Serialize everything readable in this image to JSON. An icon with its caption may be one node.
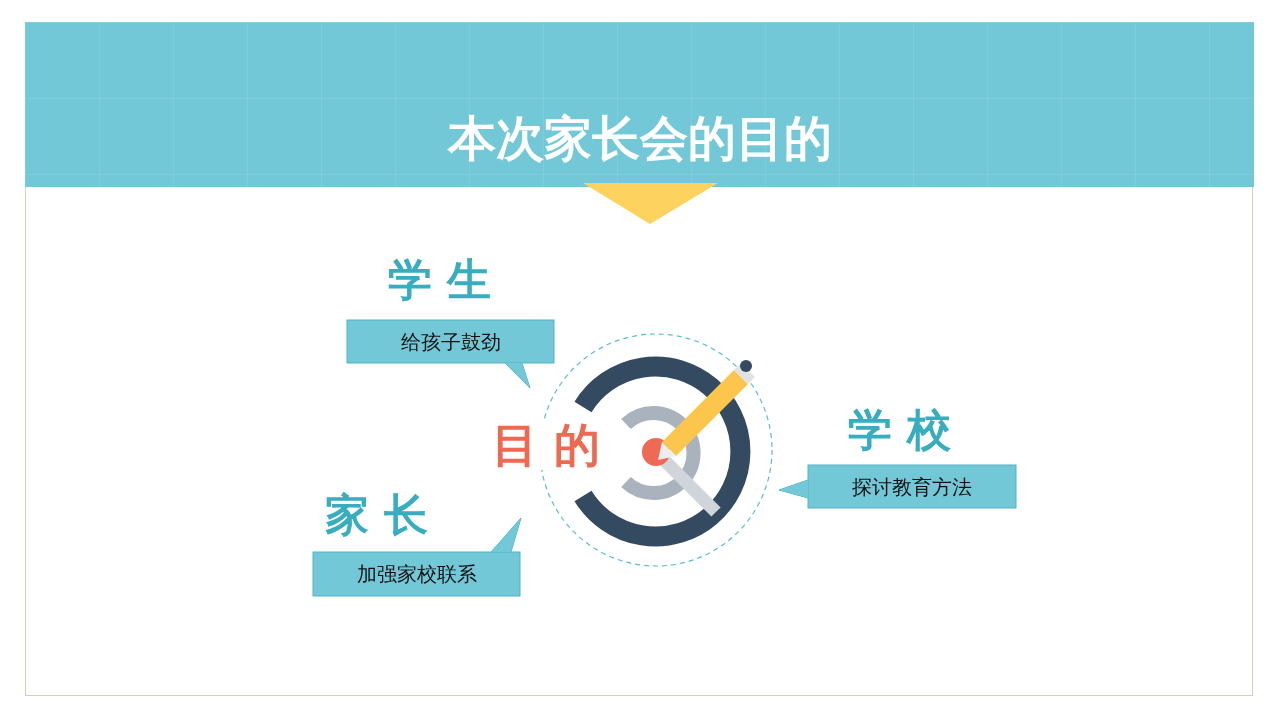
{
  "diagram": {
    "title": "本次家长会的目的",
    "nodes": [
      {
        "text": [
          "学 生",
          "给孩子鼓劲"
        ]
      },
      {
        "text": [
          "目 的"
        ]
      },
      {
        "text": [
          "学 校",
          "探讨教育方法"
        ]
      },
      {
        "text": [
          "家 长",
          "加强家校联系"
        ]
      }
    ]
  }
}
